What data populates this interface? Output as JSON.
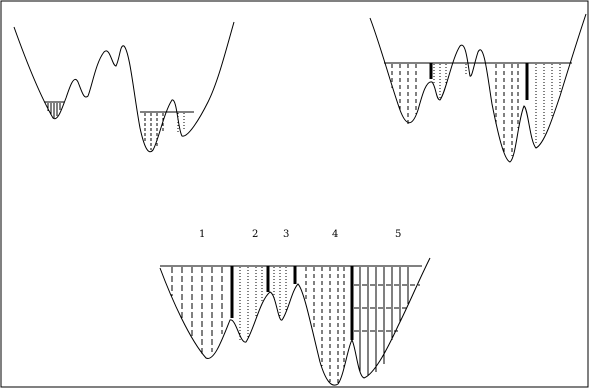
{
  "diagram": {
    "basin_labels": [
      "1",
      "2",
      "3",
      "4",
      "5"
    ]
  }
}
